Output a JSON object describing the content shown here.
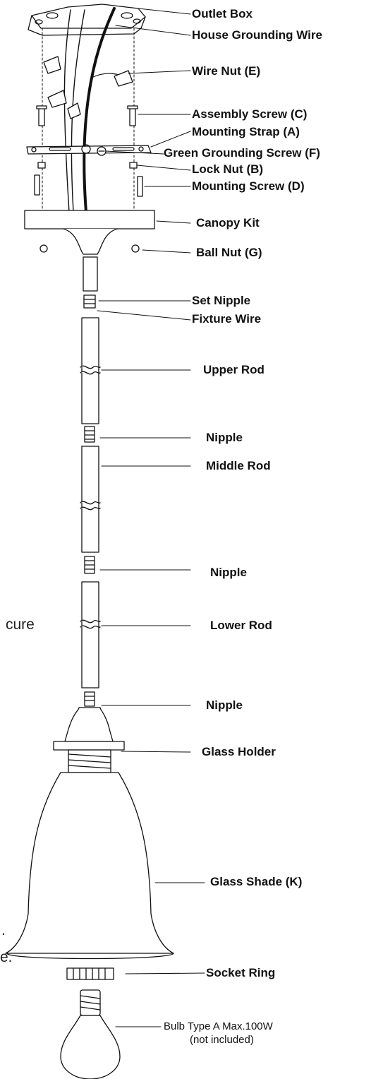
{
  "labels": {
    "outlet_box": "Outlet Box",
    "house_grounding_wire": "House Grounding Wire",
    "wire_nut": "Wire Nut (E)",
    "assembly_screw": "Assembly Screw (C)",
    "mounting_strap": "Mounting Strap (A)",
    "green_grounding_screw": "Green Grounding Screw (F)",
    "lock_nut": "Lock Nut (B)",
    "mounting_screw": "Mounting Screw (D)",
    "canopy_kit": "Canopy Kit",
    "ball_nut": "Ball Nut (G)",
    "set_nipple": "Set Nipple",
    "fixture_wire": "Fixture Wire",
    "upper_rod": "Upper Rod",
    "nipple_1": "Nipple",
    "middle_rod": "Middle Rod",
    "nipple_2": "Nipple",
    "lower_rod": "Lower Rod",
    "nipple_3": "Nipple",
    "glass_holder": "Glass Holder",
    "glass_shade": "Glass Shade (K)",
    "socket_ring": "Socket Ring",
    "bulb_line1": "Bulb Type A Max.100W",
    "bulb_line2": "(not included)"
  },
  "fragments": {
    "cure": "cure",
    "dot": ".",
    "e": "e."
  }
}
